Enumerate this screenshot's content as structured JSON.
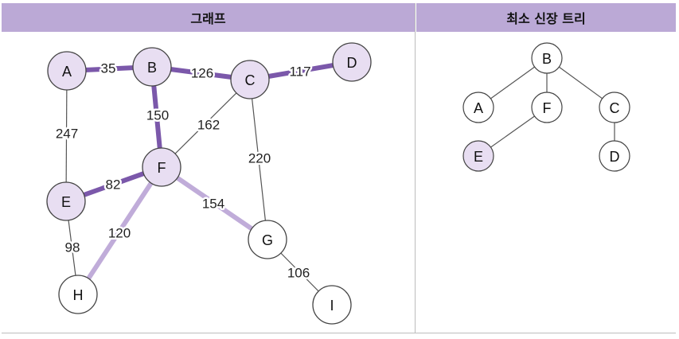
{
  "headers": {
    "graph_title": "그래프",
    "mst_title": "최소 신장 트리"
  },
  "colors": {
    "header_bg": "#bba9d6",
    "mst_edge": "#7b58aa",
    "light_edge": "#c0acd9",
    "normal_edge": "#555555",
    "node_filled": "#e8def2",
    "node_plain": "#ffffff",
    "node_stroke": "#444444"
  },
  "graph": {
    "nodes": [
      {
        "id": "A",
        "label": "A",
        "filled": true
      },
      {
        "id": "B",
        "label": "B",
        "filled": true
      },
      {
        "id": "C",
        "label": "C",
        "filled": true
      },
      {
        "id": "D",
        "label": "D",
        "filled": true
      },
      {
        "id": "E",
        "label": "E",
        "filled": true
      },
      {
        "id": "F",
        "label": "F",
        "filled": true
      },
      {
        "id": "G",
        "label": "G",
        "filled": false
      },
      {
        "id": "H",
        "label": "H",
        "filled": false
      },
      {
        "id": "I",
        "label": "I",
        "filled": false
      }
    ],
    "edges": [
      {
        "from": "A",
        "to": "B",
        "weight": "35",
        "style": "mst"
      },
      {
        "from": "B",
        "to": "C",
        "weight": "126",
        "style": "mst"
      },
      {
        "from": "C",
        "to": "D",
        "weight": "117",
        "style": "mst"
      },
      {
        "from": "B",
        "to": "F",
        "weight": "150",
        "style": "mst"
      },
      {
        "from": "E",
        "to": "F",
        "weight": "82",
        "style": "mst"
      },
      {
        "from": "A",
        "to": "E",
        "weight": "247",
        "style": "normal"
      },
      {
        "from": "C",
        "to": "F",
        "weight": "162",
        "style": "normal"
      },
      {
        "from": "C",
        "to": "G",
        "weight": "220",
        "style": "normal"
      },
      {
        "from": "F",
        "to": "G",
        "weight": "154",
        "style": "light"
      },
      {
        "from": "F",
        "to": "H",
        "weight": "120",
        "style": "light"
      },
      {
        "from": "E",
        "to": "H",
        "weight": "98",
        "style": "normal"
      },
      {
        "from": "G",
        "to": "I",
        "weight": "106",
        "style": "normal"
      }
    ]
  },
  "mst": {
    "nodes": [
      {
        "id": "B",
        "label": "B",
        "filled": false
      },
      {
        "id": "A",
        "label": "A",
        "filled": false
      },
      {
        "id": "F",
        "label": "F",
        "filled": false
      },
      {
        "id": "C",
        "label": "C",
        "filled": false
      },
      {
        "id": "E",
        "label": "E",
        "filled": true
      },
      {
        "id": "D",
        "label": "D",
        "filled": false
      }
    ],
    "edges": [
      {
        "from": "B",
        "to": "A"
      },
      {
        "from": "B",
        "to": "F"
      },
      {
        "from": "B",
        "to": "C"
      },
      {
        "from": "F",
        "to": "E"
      },
      {
        "from": "C",
        "to": "D"
      }
    ]
  }
}
